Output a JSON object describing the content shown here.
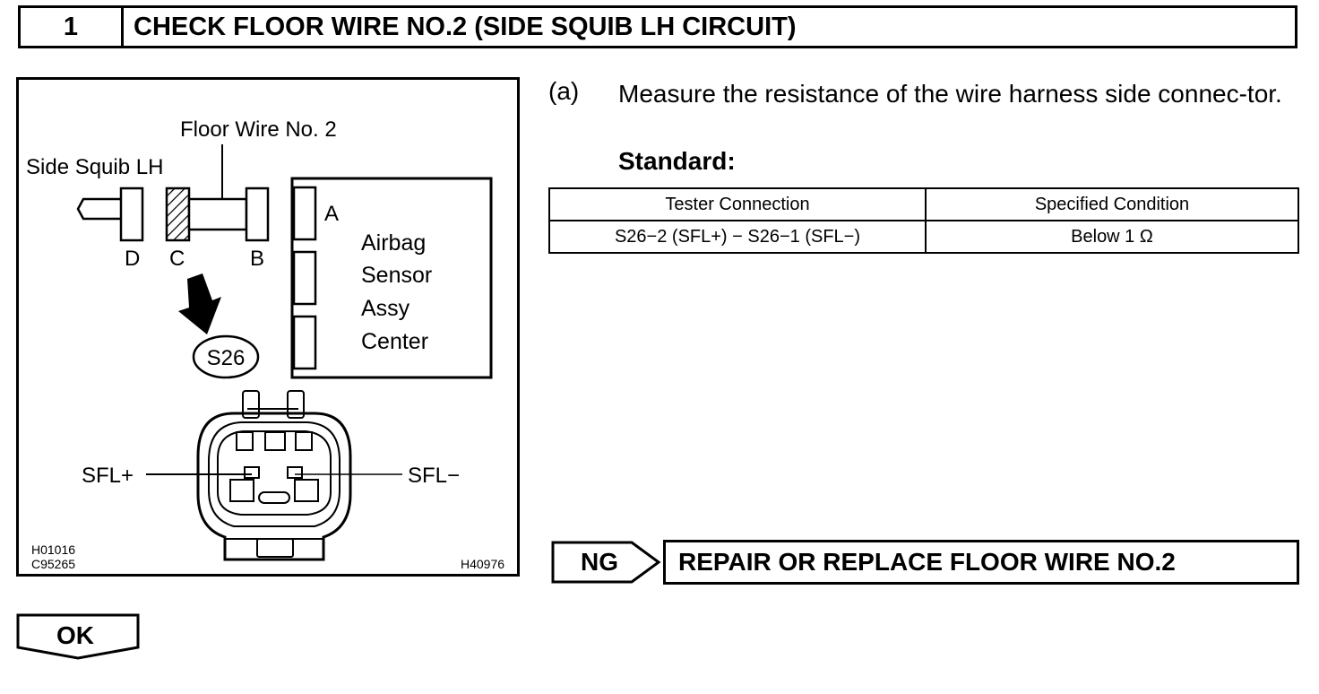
{
  "step": {
    "number": "1",
    "title": "CHECK FLOOR WIRE NO.2 (SIDE SQUIB LH CIRCUIT)"
  },
  "figure": {
    "labels": {
      "floor_wire": "Floor Wire No. 2",
      "side_squib": "Side Squib LH",
      "connector_a": "A",
      "connector_b": "B",
      "connector_c": "C",
      "connector_d": "D",
      "airbag_line1": "Airbag",
      "airbag_line2": "Sensor",
      "airbag_line3": "Assy",
      "airbag_line4": "Center",
      "connector_id": "S26",
      "sfl_plus": "SFL+",
      "sfl_minus": "SFL−",
      "ref_code_1": "H01016",
      "ref_code_2": "C95265",
      "ref_code_3": "H40976"
    }
  },
  "procedure": {
    "step_a_marker": "(a)",
    "step_a_text": "Measure the resistance of the wire harness side connec-tor.",
    "standard_label": "Standard:"
  },
  "spec_table": {
    "headers": [
      "Tester Connection",
      "Specified Condition"
    ],
    "rows": [
      [
        "S26−2 (SFL+) − S26−1 (SFL−)",
        "Below 1 Ω"
      ]
    ]
  },
  "result": {
    "ng_label": "NG",
    "ng_action": "REPAIR OR REPLACE FLOOR WIRE NO.2",
    "ok_label": "OK"
  }
}
